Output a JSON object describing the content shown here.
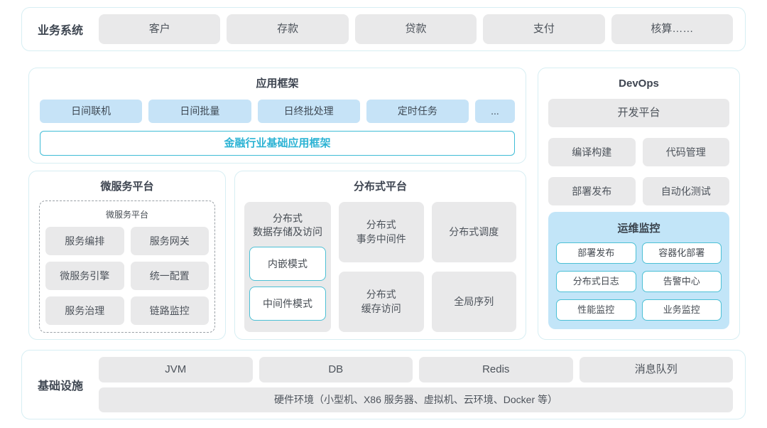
{
  "colors": {
    "card_border": "#d7eef3",
    "gray_box_bg": "#e9e9ea",
    "blue_box_bg": "#c6e3f7",
    "monitor_panel_bg": "#c2e5f8",
    "teal_border": "#4cc0d5",
    "teal_text": "#2db3d4",
    "title_text": "#3d4450",
    "body_text": "#4d535b"
  },
  "business_systems": {
    "label": "业务系统",
    "items": [
      "客户",
      "存款",
      "贷款",
      "支付",
      "核算……"
    ]
  },
  "app_framework": {
    "title": "应用框架",
    "items": [
      "日间联机",
      "日间批量",
      "日终批处理",
      "定时任务",
      "..."
    ],
    "base_framework": "金融行业基础应用框架"
  },
  "devops": {
    "title": "DevOps",
    "dev_platform": "开发平台",
    "items": [
      "编译构建",
      "代码管理",
      "部署发布",
      "自动化测试"
    ],
    "monitoring": {
      "title": "运维监控",
      "items": [
        "部署发布",
        "容器化部署",
        "分布式日志",
        "告警中心",
        "性能监控",
        "业务监控"
      ]
    }
  },
  "microservice_platform": {
    "title": "微服务平台",
    "inner_title": "微服务平台",
    "items": [
      "服务编排",
      "服务网关",
      "微服务引擎",
      "统一配置",
      "服务治理",
      "链路监控"
    ]
  },
  "distributed_platform": {
    "title": "分布式平台",
    "storage": {
      "label": "分布式\n数据存储及访问",
      "modes": [
        "内嵌模式",
        "中间件模式"
      ]
    },
    "middle_items": [
      "分布式\n事务中间件",
      "分布式\n缓存访问"
    ],
    "right_items": [
      "分布式调度",
      "全局序列"
    ]
  },
  "infrastructure": {
    "label": "基础设施",
    "items": [
      "JVM",
      "DB",
      "Redis",
      "消息队列"
    ],
    "hardware": "硬件环境（小型机、X86 服务器、虚拟机、云环境、Docker 等）"
  }
}
